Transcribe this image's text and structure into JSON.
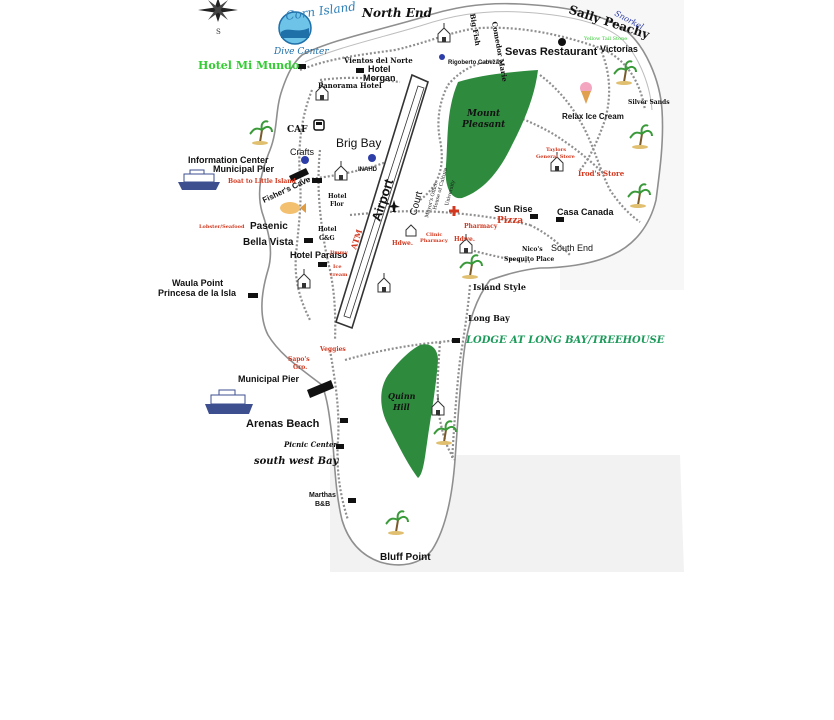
{
  "logo": {
    "line1": "Corn Island",
    "line2": "Dive Center"
  },
  "colors": {
    "green": "#2e8b3e",
    "road": "#8f8f8f",
    "red": "#d2381f",
    "blue": "#2d3ea8",
    "ltgreen": "#33cc33",
    "teal": "#1b9a5a"
  },
  "labels": {
    "north_end": "North End",
    "sally_peachy": "Sally Peachy",
    "snorkel": "Snorkel",
    "yellow_tail": "Yellow Tail Stone",
    "victorias": "Victorias",
    "sevas": "Sevas Restaurant",
    "comedor": "Comedor Marie",
    "big_fish": "Big Fish",
    "rigoberto": "Rigoberto Cabezas",
    "hotel_mi_mundo": "Hotel Mi Mundo",
    "vientos": "Vientos del Norte",
    "hotel_morgan": "Hotel Morgan",
    "panorama": "Panorama Hotel",
    "silver_sands": "Silver Sands",
    "relax_ice": "Relax Ice Cream",
    "mount_pleasant": "Mount Pleasant",
    "caf": "CAF",
    "brig_bay": "Brig Bay",
    "crafts": "Crafts",
    "info_center": "Information Center",
    "muni_pier_n": "Municipal Pier",
    "boat_little": "Boat to Little Island",
    "fishers_cave": "Fisher's Cave",
    "inahd": "INAHD",
    "hotel_flor": "Hotel Flor",
    "taylors": "Taylors General Store",
    "irods": "Irod's Store",
    "court": "Court",
    "mayors": "Mayor's Office",
    "house_culture": "House of Culture",
    "university": "University",
    "airport": "Airport",
    "atm": "ATM",
    "lobster": "Lobster/Seafood",
    "pasenic": "Pasenic",
    "hotel_gg": "Hotel G&G",
    "bella_vista": "Bella Vista",
    "sun_rise": "Sun Rise",
    "pizza": "Pizza",
    "casa_canada": "Casa Canada",
    "pharmacy": "Pharmacy",
    "clinic": "Clinic Pharmacy",
    "hdwe1": "Hdwe.",
    "hdwe2": "Hdwe.",
    "south_end": "South End",
    "nicos": "Nico's Spequito Place",
    "hotel_paraiso": "Hotel Paraiso",
    "jimmy": "Jimmy Ice cream",
    "waula": "Waula Point",
    "princesa": "Princesa de la Isla",
    "island_style": "Island Style",
    "long_bay": "Long Bay",
    "lodge": "LODGE AT LONG BAY/TREEHOUSE",
    "veggies": "Veggies",
    "sapos": "Sapo's Gro.",
    "muni_pier_s": "Municipal Pier",
    "quinn_hill": "Quinn Hill",
    "arenas": "Arenas Beach",
    "picnic": "Picnic Center",
    "sw_bay": "south west Bay",
    "marthas": "Marthas B&B",
    "bluff": "Bluff Point",
    "compass_s": "S"
  },
  "icons": [
    "compass-icon",
    "dive-logo-icon",
    "palm-tree-icon",
    "ice-cream-icon",
    "church-icon",
    "ship-icon",
    "bus-icon",
    "fish-icon",
    "airplane-icon",
    "red-cross-icon",
    "building-marker-icon"
  ]
}
